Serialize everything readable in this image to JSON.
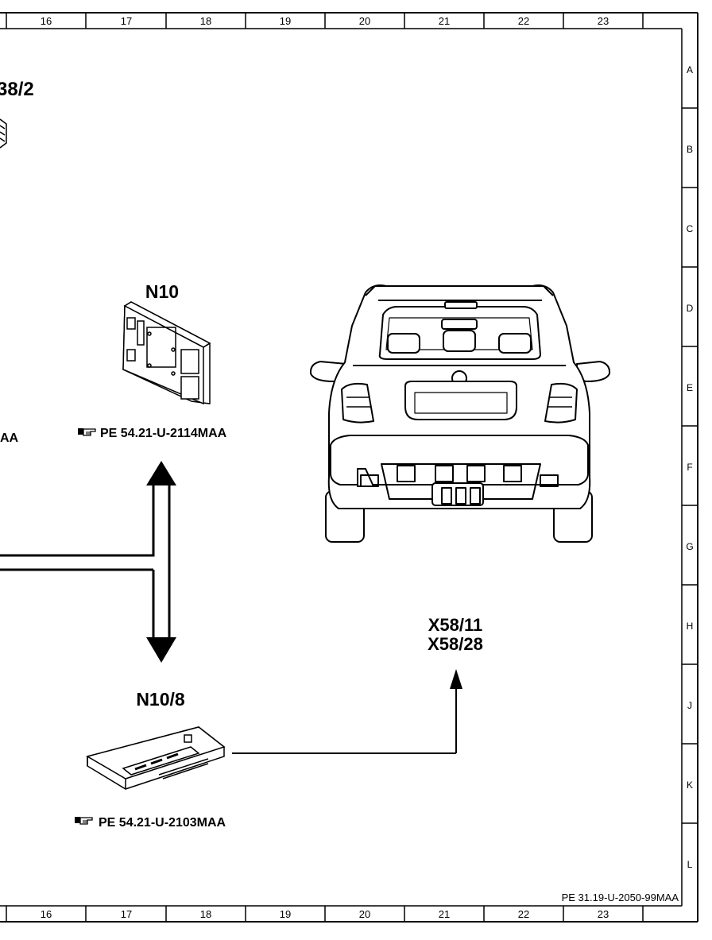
{
  "columns": [
    "16",
    "17",
    "18",
    "19",
    "20",
    "21",
    "22",
    "23"
  ],
  "rows": [
    "A",
    "B",
    "C",
    "D",
    "E",
    "F",
    "G",
    "H",
    "J",
    "K",
    "L"
  ],
  "components": {
    "top_left_fragment": "38/2",
    "left_ref_fragment": "AA",
    "n10": "N10",
    "n10_ref": "PE  54.21-U-2114MAA",
    "n10_8": "N10/8",
    "n10_8_ref": "PE  54.21-U-2103MAA",
    "x58_11": "X58/11",
    "x58_28": "X58/28"
  },
  "drawing_number": "PE 31.19-U-2050-99MAA",
  "icons": {
    "reference_hand": "pointing-hand-icon"
  }
}
